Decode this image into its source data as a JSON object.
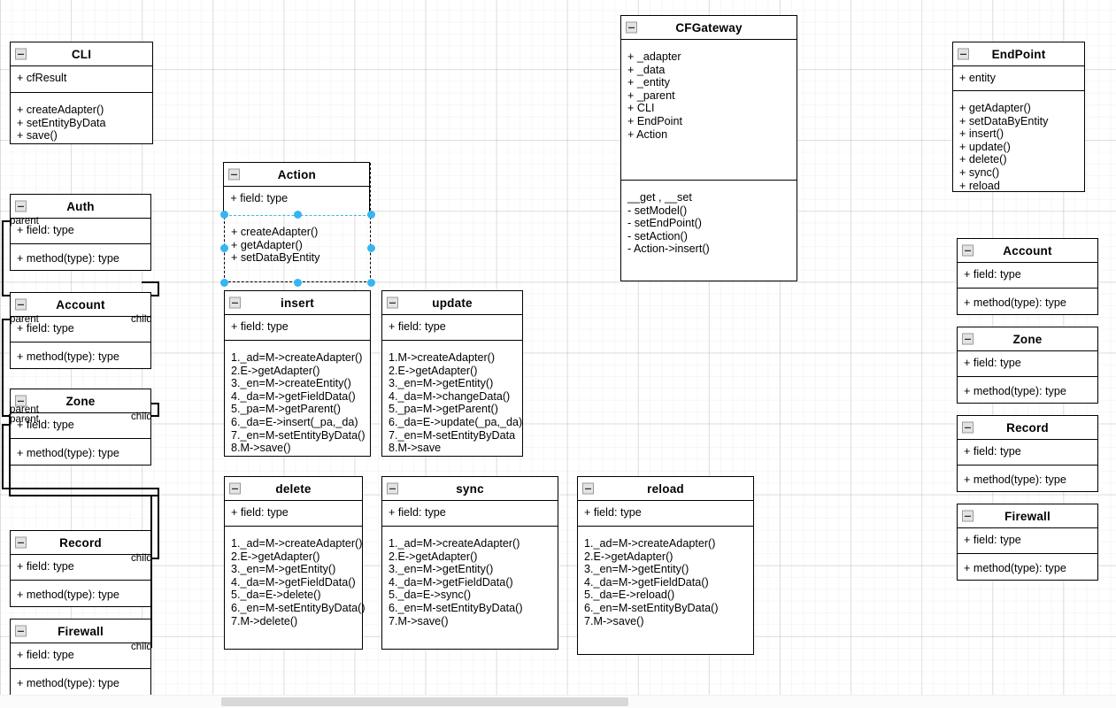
{
  "diagram": {
    "type": "uml-class-diagram",
    "background": "#ffffff",
    "grid": true,
    "accent_selection_color": "#35b6f0"
  },
  "classes": {
    "cli": {
      "name": "CLI",
      "attributes": [
        "+ cfResult"
      ],
      "methods": [
        "+ createAdapter()",
        "+ setEntityByData",
        "+ save()"
      ]
    },
    "cfgateway": {
      "name": "CFGateway",
      "attributes": [
        "+ _adapter",
        "+ _data",
        "+ _entity",
        "+ _parent",
        "+ CLI",
        "+ EndPoint",
        "+ Action"
      ],
      "methods": [
        "__get , __set",
        "- setModel()",
        "- setEndPoint()",
        "- setAction()",
        "- Action->insert()"
      ]
    },
    "endpoint": {
      "name": "EndPoint",
      "attributes": [
        "+  entity"
      ],
      "methods": [
        "+ getAdapter()",
        "+ setDataByEntity",
        "+ insert()",
        "+ update()",
        "+ delete()",
        "+ sync()",
        "+ reload"
      ]
    },
    "action": {
      "name": "Action",
      "selected": true,
      "attributes": [
        "+ field: type"
      ],
      "methods": [
        "+ createAdapter()",
        "+ getAdapter()",
        "+ setDataByEntity"
      ]
    },
    "insert": {
      "name": "insert",
      "attributes": [
        "+ field: type"
      ],
      "methods": [
        "1._ad=M->createAdapter()",
        "2.E->getAdapter()",
        "3._en=M->createEntity()",
        "4._da=M->getFieldData()",
        "5._pa=M->getParent()",
        "6._da=E->insert(_pa,_da)",
        "7._en=M-setEntityByData()",
        "8.M->save()"
      ]
    },
    "update": {
      "name": "update",
      "attributes": [
        "+ field: type"
      ],
      "methods": [
        "1.M->createAdapter()",
        "2.E->getAdapter()",
        "3._en=M->getEntity()",
        "4._da=M->changeData()",
        "5._pa=M->getParent()",
        "6._da=E->update(_pa,_da)",
        "7._en=M-setEntityByData",
        "8.M->save"
      ]
    },
    "delete": {
      "name": "delete",
      "attributes": [
        "+ field: type"
      ],
      "methods": [
        "1._ad=M->createAdapter()",
        "2.E->getAdapter()",
        "3._en=M->getEntity()",
        "4._da=M->getFieldData()",
        "5._da=E->delete()",
        "6._en=M-setEntityByData()",
        "7.M->delete()"
      ]
    },
    "sync": {
      "name": "sync",
      "attributes": [
        "+ field: type"
      ],
      "methods": [
        "1._ad=M->createAdapter()",
        "2.E->getAdapter()",
        "3._en=M->getEntity()",
        "4._da=M->getFieldData()",
        "5._da=E->sync()",
        "6._en=M-setEntityByData()",
        "7.M->save()"
      ]
    },
    "reload": {
      "name": "reload",
      "attributes": [
        "+ field: type"
      ],
      "methods": [
        "1._ad=M->createAdapter()",
        "2.E->getAdapter()",
        "3._en=M->getEntity()",
        "4._da=M->getFieldData()",
        "5._da=E->reload()",
        "6._en=M-setEntityByData()",
        "7.M->save()"
      ]
    },
    "auth_left": {
      "name": "Auth",
      "attributes": [
        "+ field: type"
      ],
      "methods": [
        "+ method(type): type"
      ]
    },
    "account_left": {
      "name": "Account",
      "attributes": [
        "+ field: type"
      ],
      "methods": [
        "+ method(type): type"
      ]
    },
    "zone_left": {
      "name": "Zone",
      "attributes": [
        "+ field: type"
      ],
      "methods": [
        "+ method(type): type"
      ]
    },
    "record_left": {
      "name": "Record",
      "attributes": [
        "+ field: type"
      ],
      "methods": [
        "+ method(type): type"
      ]
    },
    "firewall_left": {
      "name": "Firewall",
      "attributes": [
        "+ field: type"
      ],
      "methods": [
        "+ method(type): type"
      ]
    },
    "account_right": {
      "name": "Account",
      "attributes": [
        "+ field: type"
      ],
      "methods": [
        "+ method(type): type"
      ]
    },
    "zone_right": {
      "name": "Zone",
      "attributes": [
        "+ field: type"
      ],
      "methods": [
        "+ method(type): type"
      ]
    },
    "record_right": {
      "name": "Record",
      "attributes": [
        "+ field: type"
      ],
      "methods": [
        "+ method(type): type"
      ]
    },
    "firewall_right": {
      "name": "Firewall",
      "attributes": [
        "+ field: type"
      ],
      "methods": [
        "+ method(type): type"
      ]
    }
  },
  "connector_labels": {
    "auth_parent": "parent",
    "account_parent": "parent",
    "account_child": "child",
    "zone_parent_a": "parent",
    "zone_parent_b": "parent",
    "zone_child": "child",
    "record_child": "child",
    "firewall_child": "child"
  }
}
